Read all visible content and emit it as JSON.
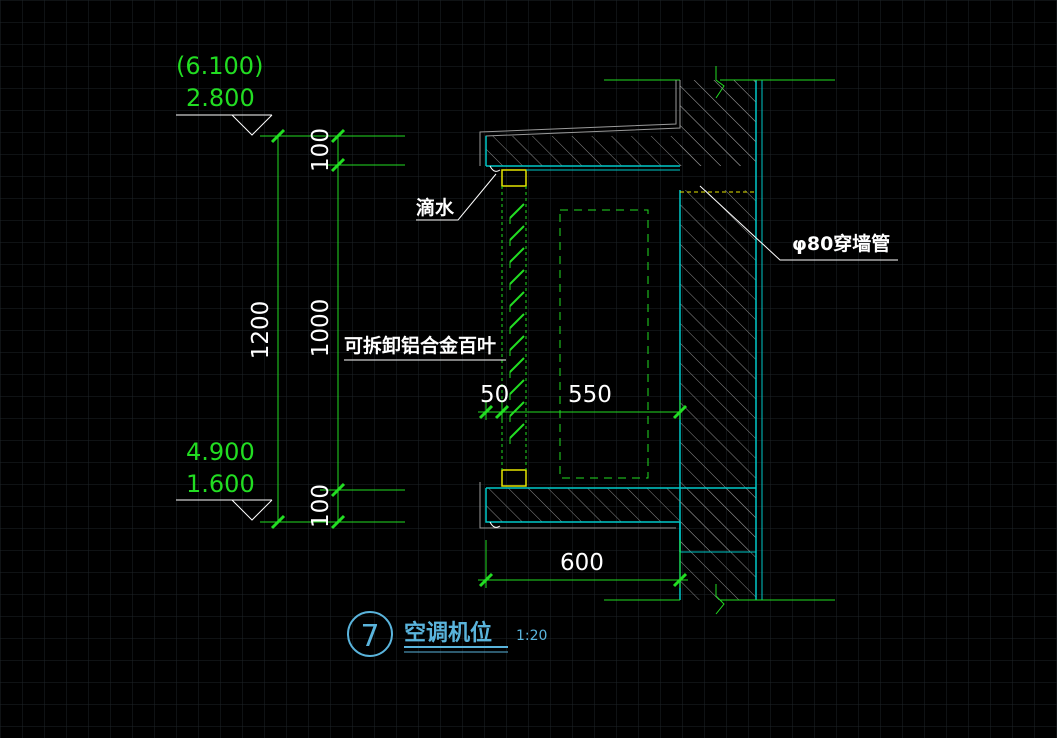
{
  "elevations": {
    "upper_alt": "(6.100)",
    "upper": "2.800",
    "lower_alt": "4.900",
    "lower": "1.600"
  },
  "dimensions": {
    "total_height": "1200",
    "top_slab": "100",
    "opening": "1000",
    "bottom_slab": "100",
    "louver_depth": "50",
    "unit_depth": "550",
    "platform_depth": "600"
  },
  "labels": {
    "drip": "滴水",
    "louver": "可拆卸铝合金百叶",
    "wall_pipe": "φ80穿墙管"
  },
  "title": {
    "number": "7",
    "name": "空调机位",
    "scale": "1:20"
  },
  "colors": {
    "background": "#000000",
    "grid": "#1e2428",
    "dimension": "#22dd22",
    "structure": "#00c8c8",
    "louver_frame": "#e6e600",
    "annotation": "#ffffff",
    "title": "#5ab4dc"
  }
}
